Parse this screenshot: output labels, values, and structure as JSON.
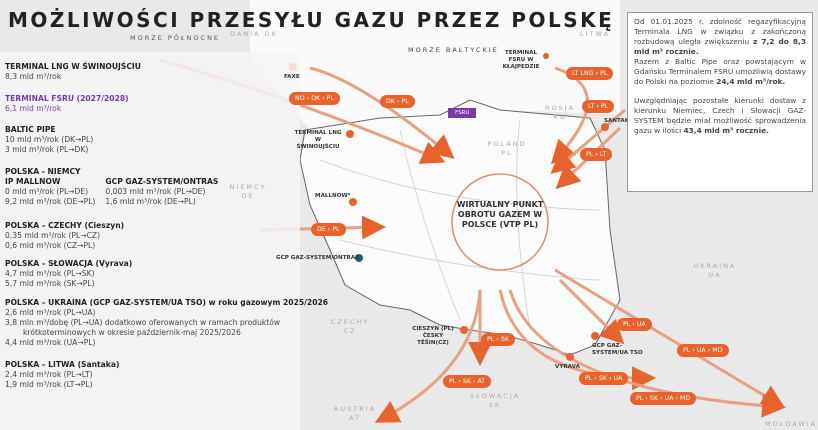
{
  "title": "MOŻLIWOŚCI PRZESYŁU GAZU PRZEZ POLSKĘ",
  "left_panel": [
    {
      "heading": "TERMINAL LNG W ŚWINOUJŚCIU",
      "lines": [
        "8,3 mld m³/rok"
      ]
    },
    {
      "heading": "TERMINAL FSRU (2027/2028)",
      "lines": [
        "6,1 mld m³/rok"
      ],
      "color": "#7a3aa8"
    },
    {
      "heading": "BALTIC PIPE",
      "lines": [
        "10 mld m³/rok (DK→PL)",
        "3 mld m³/rok (PL→DK)"
      ]
    },
    {
      "heading": "POLSKA - NIEMCY",
      "col1": {
        "heading": "IP MALLNOW",
        "lines": [
          "0 mld m³/rok (PL→DE)",
          "9,2 mld m³/rok (DE→PL)"
        ]
      },
      "col2": {
        "heading": "GCP GAZ-SYSTEM/ONTRAS",
        "lines": [
          "0,003 mld m³/rok (PL→DE)",
          "1,6 mld m³/rok (DE→PL)"
        ]
      }
    },
    {
      "heading": "POLSKA – CZECHY (Cieszyn)",
      "lines": [
        "0,35 mld m³/rok (PL→CZ)",
        "0,6 mld m³/rok (CZ→PL)"
      ]
    },
    {
      "heading": "POLSKA – SŁOWACJA (Vyrava)",
      "lines": [
        "4,7 mld m³/rok (PL→SK)",
        "5,7 mld m³/rok (SK→PL)"
      ]
    },
    {
      "heading": "POLSKA – UKRAINA (GCP GAZ-SYSTEM/UA TSO) w roku gazowym 2025/2026",
      "lines": [
        "2,6 mld m³/rok (PL→UA)",
        "3,8 mln m³/dobę (PL→UA) dodatkowo oferowanych w ramach produktów",
        "krótkoterminowych w okresie październik-maj 2025/2026",
        "4,4 mld m³/rok (UA→PL)"
      ]
    },
    {
      "heading": "POLSKA – LITWA (Santaka)",
      "lines": [
        "2,4 mld m³/rok (PL→LT)",
        "1,9 mld m³/rok (LT→PL)"
      ]
    }
  ],
  "info_box": {
    "p1": "Od 01.01.2025 r. zdolność regazyfikacyjną Terminala LNG w związku z zakończoną rozbudową uległa zwiększeniu ",
    "p1_bold": "z 7,2 do 8,3 mld m³ rocznie.",
    "p2": "Razem z Baltic Pipe oraz powstającym w Gdańsku Terminalem FSRU umożliwią dostawy do Polski na poziomie ",
    "p2_bold": "24,4 mld m³/rok.",
    "p3": "Uwzględniając pozostałe kierunki dostaw z kierunku Niemiec, Czech i Słowacji GAZ-SYSTEM będzie miał możliwość sprowadzenia gazu w ilości ",
    "p3_bold": "43,4 mld m³ rocznie."
  },
  "vtp": "WIRTUALNY PUNKT OBROTU GAZEM W POLSCE (VTP PL)",
  "fsru_badge": "FSRU",
  "routes": [
    "NO › DK › PL",
    "DK › PL",
    "LT LNG › PL",
    "LT › PL",
    "PL › LT",
    "DE › PL",
    "PL › SK",
    "PL › SK › AT",
    "PL › UA",
    "PL › UA › MD",
    "PL › SK › UA",
    "PL › SK › UA › MD"
  ],
  "points": [
    "FAXE",
    "TERMINAL LNG W ŚWINOUJŚCIU",
    "MALLNOW*",
    "GCP GAZ-SYSTEM/ONTRAS",
    "TERMINAL FSRU W KŁAJPEDZIE",
    "SANTAKA",
    "CIESZYN (PL) ČESKÝ TĚŠIN(CZ)",
    "GCP GAZ-SYSTEM/UA TSO",
    "VYRAVA"
  ],
  "regions": [
    "MORZE PÓŁNOCNE",
    "MORZE BAŁTYCKIE",
    "DANIA DK",
    "NIEMCY DE",
    "POLAND PL",
    "ROSJA RU",
    "LITWA",
    "CZECHY CZ",
    "SŁOWACJA SK",
    "AUSTRIA AT",
    "UKRAINA UA",
    "MOŁDAWIA"
  ],
  "colors": {
    "accent": "#e8622c",
    "fsru": "#7a3aa8",
    "ontras": "#1f5f78"
  }
}
